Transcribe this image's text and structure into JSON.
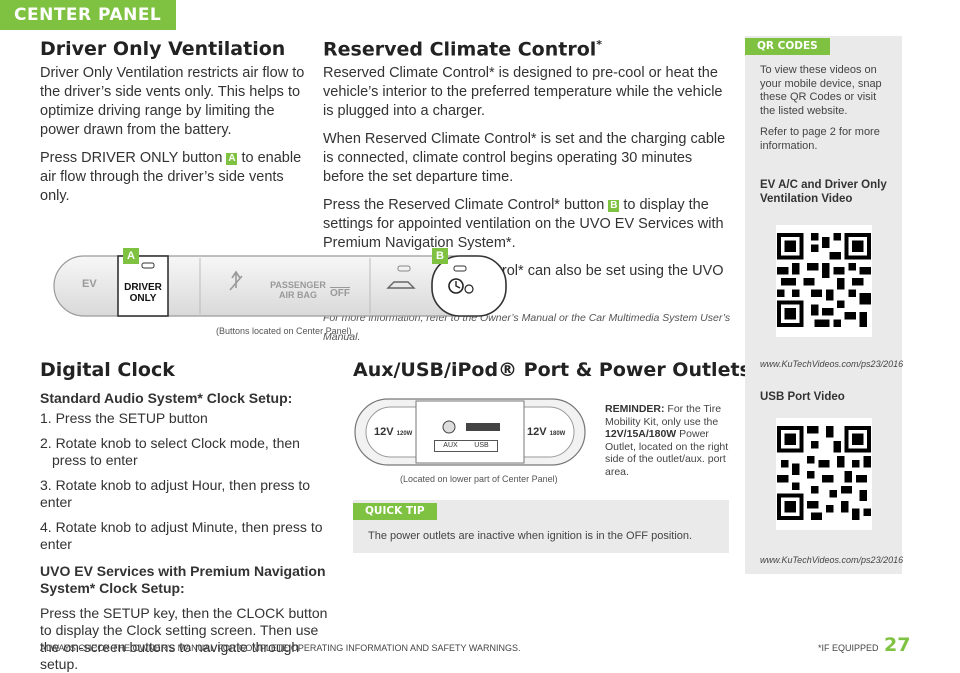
{
  "header": {
    "section_tab": "CENTER PANEL"
  },
  "driver_only": {
    "title": "Driver Only Ventilation",
    "p1": "Driver Only Ventilation restricts air flow to the driver’s side vents only. This helps to optimize driving range by limiting the power drawn from the battery.",
    "p2_before": "Press DRIVER ONLY button",
    "p2_marker": "A",
    "p2_after": "to enable air flow through the driver’s side vents only."
  },
  "reserved": {
    "title": "Reserved Climate Control",
    "title_mark": "*",
    "p1": "Reserved Climate Control* is designed to pre-cool or heat the vehicle’s interior to the preferred temperature while the vehicle is plugged into a charger.",
    "p2": "When Reserved Climate Control* is set and the charging cable is connected, climate control begins operating 30 minutes before the set departure time.",
    "p3_before": "Press the Reserved Climate Control* button",
    "p3_marker": "B",
    "p3_after": "to display the settings for appointed ventilation on the UVO EV Services with Premium Navigation System*.",
    "p4": "The Reserved Climate Control* can also be set using the UVO EV Services App.",
    "note": "For more information, refer to the Owner’s Manual or the Car Multimedia System User’s Manual."
  },
  "panel": {
    "marker_a": "A",
    "marker_b": "B",
    "ev": "EV",
    "driver_line1": "DRIVER",
    "driver_line2": "ONLY",
    "passenger_line1": "PASSENGER",
    "passenger_line2": "AIR BAG",
    "off": "OFF",
    "caption": "(Buttons located on Center Panel)"
  },
  "clock": {
    "title": "Digital Clock",
    "std_heading": "Standard Audio System* Clock Setup:",
    "steps": [
      "1. Press the SETUP button",
      "2. Rotate knob to select Clock mode, then press to enter",
      "3. Rotate knob to adjust Hour, then press to enter",
      "4. Rotate knob to adjust Minute, then press to enter"
    ],
    "uvo_heading": "UVO EV Services with Premium Navigation System* Clock Setup:",
    "uvo_text": "Press the SETUP key, then the CLOCK button to display the Clock setting screen. Then use the on-screen buttons to navigate through setup."
  },
  "aux": {
    "title": "Aux/USB/iPod® Port & Power Outlets",
    "left_outlet_v": "12V",
    "left_outlet_w": "120W",
    "right_outlet_v": "12V",
    "right_outlet_w": "180W",
    "aux_label": "AUX",
    "usb_label": "USB",
    "caption": "(Located on lower part of Center Panel)",
    "reminder_label": "REMINDER:",
    "reminder_text": "For the Tire Mobility Kit, only use the",
    "reminder_bold": "12V/15A/180W",
    "reminder_tail": "Power Outlet, located on the right side of the outlet/aux. port area."
  },
  "quick_tip": {
    "label": "QUICK TIP",
    "text": "The power outlets are inactive when ignition is in the OFF position."
  },
  "sidebar": {
    "label": "QR CODES",
    "intro": "To view these videos on your mobile device, snap these QR Codes or visit the listed website.",
    "refer": "Refer to page 2 for more information.",
    "video1_title": "EV A/C and Driver Only Ventilation Video",
    "video1_url": "www.KuTechVideos.com/ps23/2016",
    "video2_title": "USB Port Video",
    "video2_url": "www.KuTechVideos.com/ps23/2016"
  },
  "footer": {
    "warning": "ALWAYS CHECK THE OWNER’S MANUAL FOR COMPLETE OPERATING INFORMATION AND SAFETY WARNINGS.",
    "if_equipped": "*IF EQUIPPED",
    "page_number": "27"
  },
  "colors": {
    "accent": "#7fc241",
    "sidebar_bg": "#eaeaea",
    "text": "#333333"
  }
}
